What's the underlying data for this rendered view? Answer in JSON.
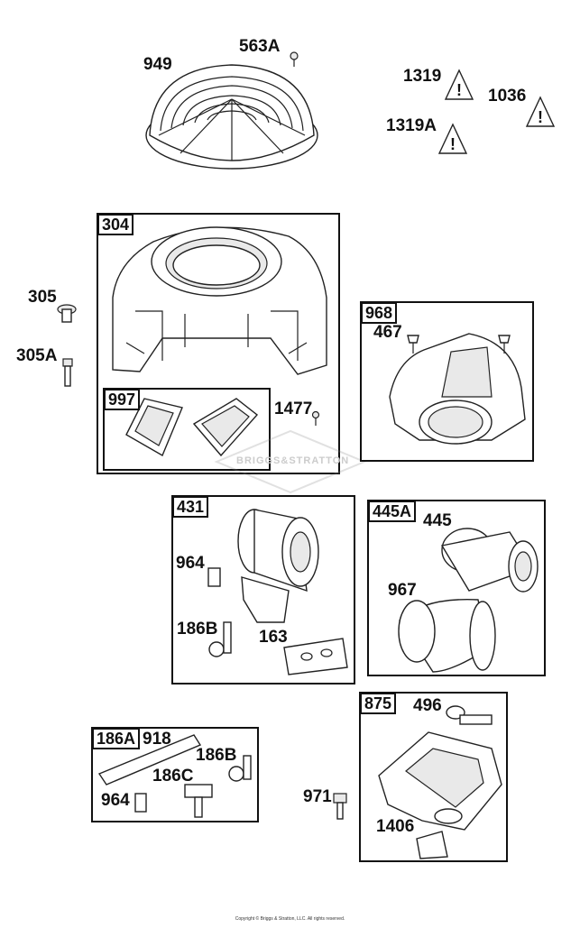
{
  "callouts": {
    "p949": "949",
    "p563A": "563A",
    "p1319": "1319",
    "p1036": "1036",
    "p1319A": "1319A",
    "p305": "305",
    "p305A": "305A",
    "p1477": "1477",
    "p467": "467",
    "p964a": "964",
    "p186Ba": "186B",
    "p163": "163",
    "p445": "445",
    "p967": "967",
    "p918": "918",
    "p186Bb": "186B",
    "p186C": "186C",
    "p964b": "964",
    "p971": "971",
    "p496": "496",
    "p1406": "1406"
  },
  "boxes": {
    "b304": "304",
    "b997": "997",
    "b968": "968",
    "b431": "431",
    "b445A": "445A",
    "b186A": "186A",
    "b875": "875"
  },
  "watermark": "BRIGGS&STRATTON",
  "copyright": "Copyright © Briggs & Stratton, LLC. All rights reserved."
}
